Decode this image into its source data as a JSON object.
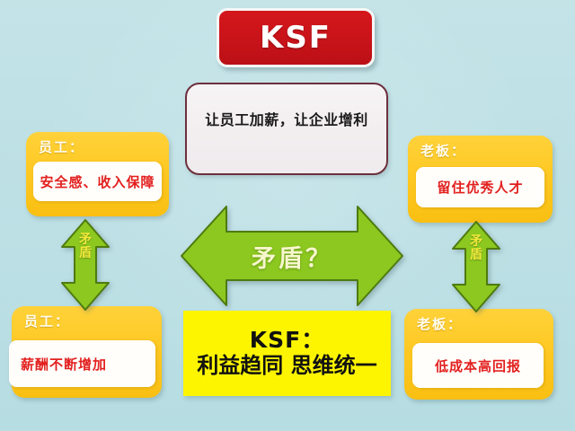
{
  "page": {
    "background_color": "#bde0e5",
    "title_text": "KSF"
  },
  "title_card": {
    "label": "KSF",
    "bg_color": "#c8131a",
    "text_color": "#ffffff"
  },
  "slogan_card": {
    "text": "让员工加薪，让企业增利",
    "border_color": "#6d2f3d",
    "bg_color": "#f3eff1"
  },
  "cards": {
    "top_left": {
      "role": "员工：",
      "value": "安全感、收入保障",
      "bg_color": "#fec822",
      "value_color": "#e2201f"
    },
    "top_right": {
      "role": "老板：",
      "value": "留住优秀人才",
      "bg_color": "#fec822",
      "value_color": "#e2201f"
    },
    "bottom_left": {
      "role": "员工：",
      "value": "薪酬不断增加",
      "bg_color": "#fec822",
      "value_color": "#e2201f"
    },
    "bottom_right": {
      "role": "老板：",
      "value": "低成本高回报",
      "bg_color": "#fec822",
      "value_color": "#e2201f"
    }
  },
  "arrows": {
    "center_horizontal": {
      "label": "矛盾？",
      "fill_color": "#8cc81f",
      "text_color": "#f7f6cd"
    },
    "left_vertical": {
      "label_line1": "矛",
      "label_line2": "盾",
      "fill_color": "#8cc81f",
      "text_color": "#f2e83a"
    },
    "right_vertical": {
      "label_line1": "矛",
      "label_line2": "盾",
      "fill_color": "#8cc81f",
      "text_color": "#f2e83a"
    }
  },
  "conclusion_card": {
    "line1": "KSF：",
    "line2": "利益趋同 思维统一",
    "bg_color": "#fdf500",
    "text_color": "#111111"
  },
  "watermark": {
    "text": ""
  }
}
